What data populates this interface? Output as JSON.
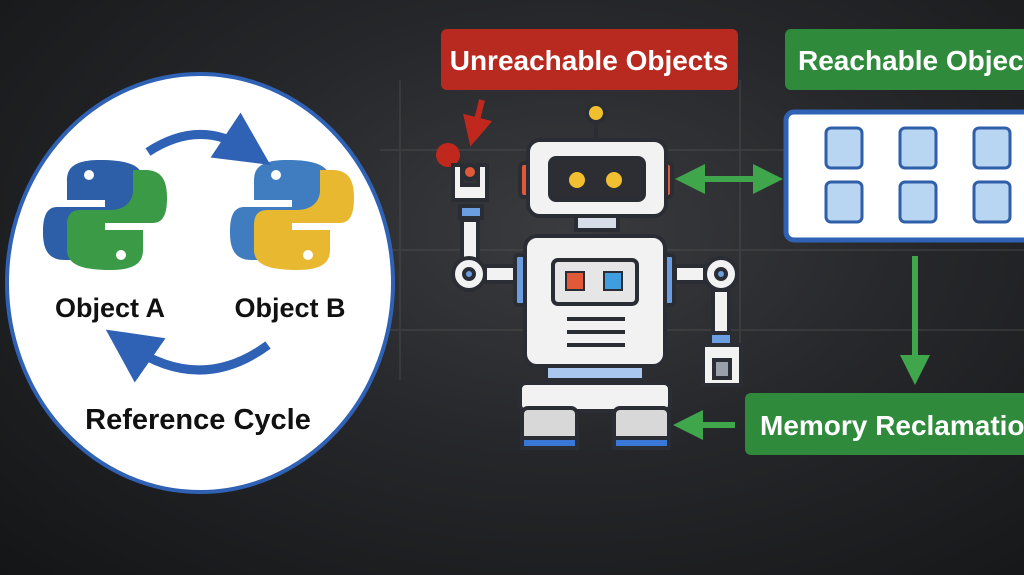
{
  "cycle": {
    "object_a": "Object A",
    "object_b": "Object B",
    "caption": "Reference Cycle"
  },
  "labels": {
    "unreachable": "Unreachable Objects",
    "reachable": "Reachable Objects",
    "reclamation": "Memory Reclamation"
  },
  "colors": {
    "red": "#b8291f",
    "green": "#2f8a3c",
    "blue": "#2f62b5",
    "python_blue": "#2d5fa8",
    "python_green": "#3a9a46",
    "python_yellow": "#e8b830"
  }
}
